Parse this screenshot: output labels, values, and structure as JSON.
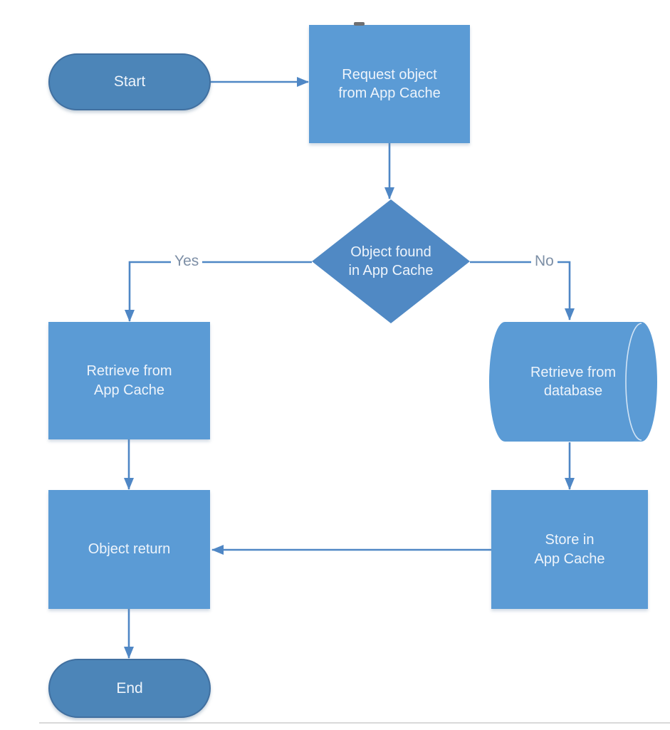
{
  "colors": {
    "process_fill": "#5b9bd5",
    "terminator_fill": "#4c85b8",
    "terminator_border": "#4170a0",
    "decision_fill": "#5089c4",
    "connector": "#4f87c5",
    "cylinder_seam": "#e8f1fa",
    "label_text": "#7d8fa6",
    "node_text": "#eef4fb",
    "page_border": "#d9d9d9",
    "artifact": "#6f7072"
  },
  "nodes": {
    "start": {
      "label": "Start"
    },
    "request": {
      "line1": "Request object",
      "line2": "from App Cache"
    },
    "decision": {
      "line1": "Object found",
      "line2": "in App Cache"
    },
    "retrieve_cache": {
      "line1": "Retrieve from",
      "line2": "App Cache"
    },
    "retrieve_db": {
      "line1": "Retrieve from",
      "line2": "database"
    },
    "object_return": {
      "label": "Object return"
    },
    "store_cache": {
      "line1": "Store in",
      "line2": "App Cache"
    },
    "end": {
      "label": "End"
    }
  },
  "edges": {
    "yes_label": "Yes",
    "no_label": "No"
  }
}
